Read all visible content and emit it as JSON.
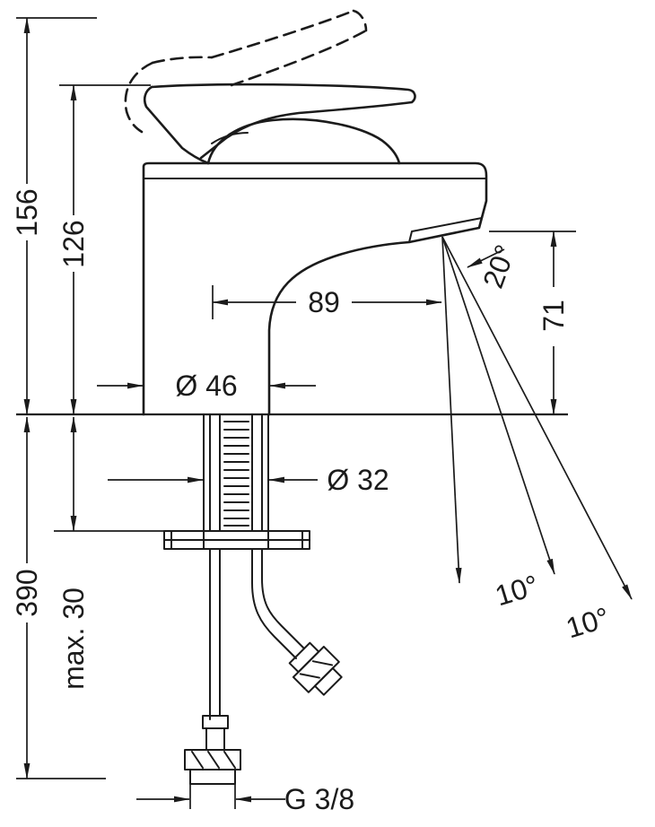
{
  "drawing": {
    "background": "#ffffff",
    "line_color": "#1b1b1b",
    "labels": {
      "total_height": "156",
      "body_height": "126",
      "spout_reach": "89",
      "base_diameter": "Ø 46",
      "hole_diameter": "Ø 32",
      "outlet_height": "71",
      "spray_angle": "20°",
      "hose_length": "390",
      "max_mounting_thickness": "max. 30",
      "swivel_angle_left": "10°",
      "swivel_angle_right": "10°",
      "connection_thread": "G 3/8"
    }
  }
}
